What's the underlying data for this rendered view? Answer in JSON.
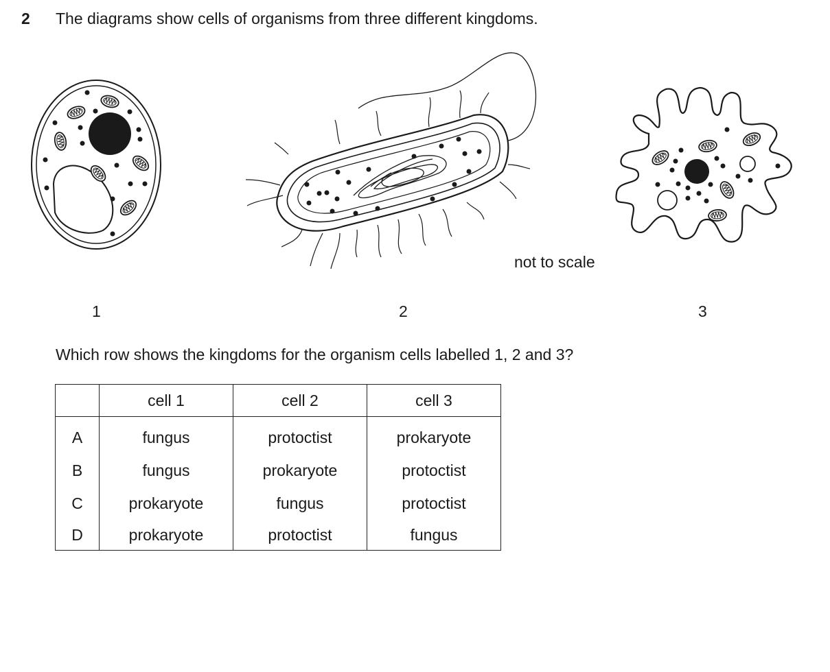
{
  "question": {
    "number": "2",
    "text": "The diagrams show cells of organisms from three different kingdoms."
  },
  "diagrams": {
    "note": "not to scale",
    "labels": [
      "1",
      "2",
      "3"
    ]
  },
  "prompt": "Which row shows the kingdoms for the organism cells labelled 1, 2 and 3?",
  "table": {
    "headers": [
      "",
      "cell 1",
      "cell 2",
      "cell 3"
    ],
    "rows": [
      {
        "letter": "A",
        "cells": [
          "fungus",
          "protoctist",
          "prokaryote"
        ]
      },
      {
        "letter": "B",
        "cells": [
          "fungus",
          "prokaryote",
          "protoctist"
        ]
      },
      {
        "letter": "C",
        "cells": [
          "prokaryote",
          "fungus",
          "protoctist"
        ]
      },
      {
        "letter": "D",
        "cells": [
          "prokaryote",
          "protoctist",
          "fungus"
        ]
      }
    ]
  }
}
